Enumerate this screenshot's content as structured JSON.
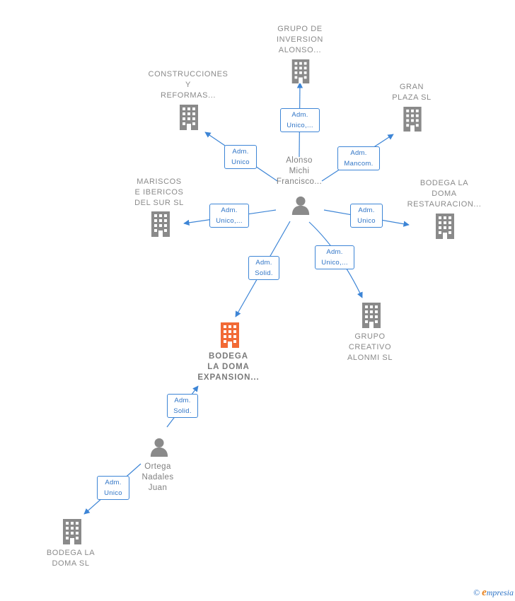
{
  "colors": {
    "edge": "#3d85d6",
    "node": "#8a8a8a",
    "main_node": "#f26a35"
  },
  "nodes": {
    "grupo_inversion": {
      "label": [
        "GRUPO DE",
        "INVERSION",
        "ALONSO..."
      ],
      "icon": "building-icon"
    },
    "construcciones": {
      "label": [
        "CONSTRUCCIONES",
        "Y",
        "REFORMAS..."
      ],
      "icon": "building-icon"
    },
    "gran_plaza": {
      "label": [
        "GRAN",
        "PLAZA SL"
      ],
      "icon": "building-icon"
    },
    "mariscos": {
      "label": [
        "MARISCOS",
        "E IBERICOS",
        "DEL SUR  SL"
      ],
      "icon": "building-icon"
    },
    "bodega_restauracion": {
      "label": [
        "BODEGA LA",
        "DOMA",
        "RESTAURACION..."
      ],
      "icon": "building-icon"
    },
    "grupo_creativo": {
      "label": [
        "GRUPO",
        "CREATIVO",
        "ALONMI  SL"
      ],
      "icon": "building-icon"
    },
    "bodega_expansion": {
      "label": [
        "BODEGA",
        "LA DOMA",
        "EXPANSION..."
      ],
      "icon": "building-icon"
    },
    "bodega_doma": {
      "label": [
        "BODEGA LA",
        "DOMA SL"
      ],
      "icon": "building-icon"
    },
    "alonso": {
      "label": [
        "Alonso",
        "Michi",
        "Francisco..."
      ],
      "icon": "person-icon"
    },
    "ortega": {
      "label": [
        "Ortega",
        "Nadales",
        "Juan"
      ],
      "icon": "person-icon"
    }
  },
  "roles": {
    "grupo_inversion": [
      "Adm.",
      "Unico,..."
    ],
    "construcciones": [
      "Adm.",
      "Unico"
    ],
    "gran_plaza": [
      "Adm.",
      "Mancom."
    ],
    "mariscos": [
      "Adm.",
      "Unico,..."
    ],
    "bodega_restauracion": [
      "Adm.",
      "Unico"
    ],
    "grupo_creativo": [
      "Adm.",
      "Unico,..."
    ],
    "bodega_expansion_alonso": [
      "Adm.",
      "Solid."
    ],
    "bodega_expansion_ortega": [
      "Adm.",
      "Solid."
    ],
    "bodega_doma": [
      "Adm.",
      "Unico"
    ]
  },
  "footer": {
    "copyright": "©",
    "brand_initial": "e",
    "brand_rest": "mpresia"
  }
}
